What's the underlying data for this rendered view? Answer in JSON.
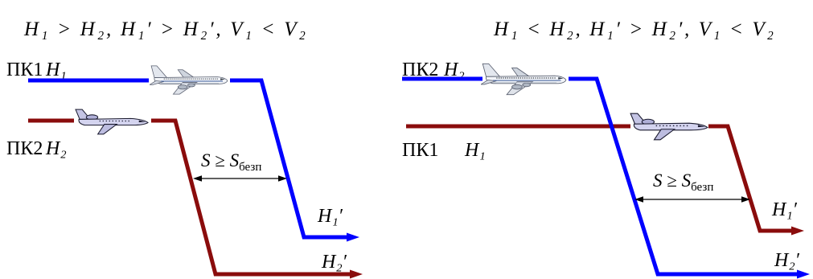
{
  "left_diagram": {
    "title": "H₁ > H₂, H₁′ > H₂′, V₁ < V₂",
    "upper_track": {
      "aircraft": "ПК1",
      "level": "H₁",
      "final_level": "H₁′",
      "icon": "airliner-icon",
      "color": "#0000ff"
    },
    "lower_track": {
      "aircraft": "ПК2",
      "level": "H₂",
      "final_level": "H₂′",
      "icon": "business-jet-icon",
      "color": "#8a0c0c"
    },
    "separation": {
      "label": "S ≥ S",
      "subscript": "безп"
    }
  },
  "right_diagram": {
    "title": "H₁ < H₂, H₁′ > H₂′, V₁ < V₂",
    "upper_track": {
      "aircraft": "ПК2",
      "level": "H₂",
      "final_level": "H₂′",
      "icon": "airliner-icon",
      "color": "#0000ff"
    },
    "lower_track": {
      "aircraft": "ПК1",
      "level": "H₁",
      "final_level": "H₁′",
      "icon": "business-jet-icon",
      "color": "#8a0c0c"
    },
    "separation": {
      "label": "S ≥ S",
      "subscript": "безп"
    }
  }
}
